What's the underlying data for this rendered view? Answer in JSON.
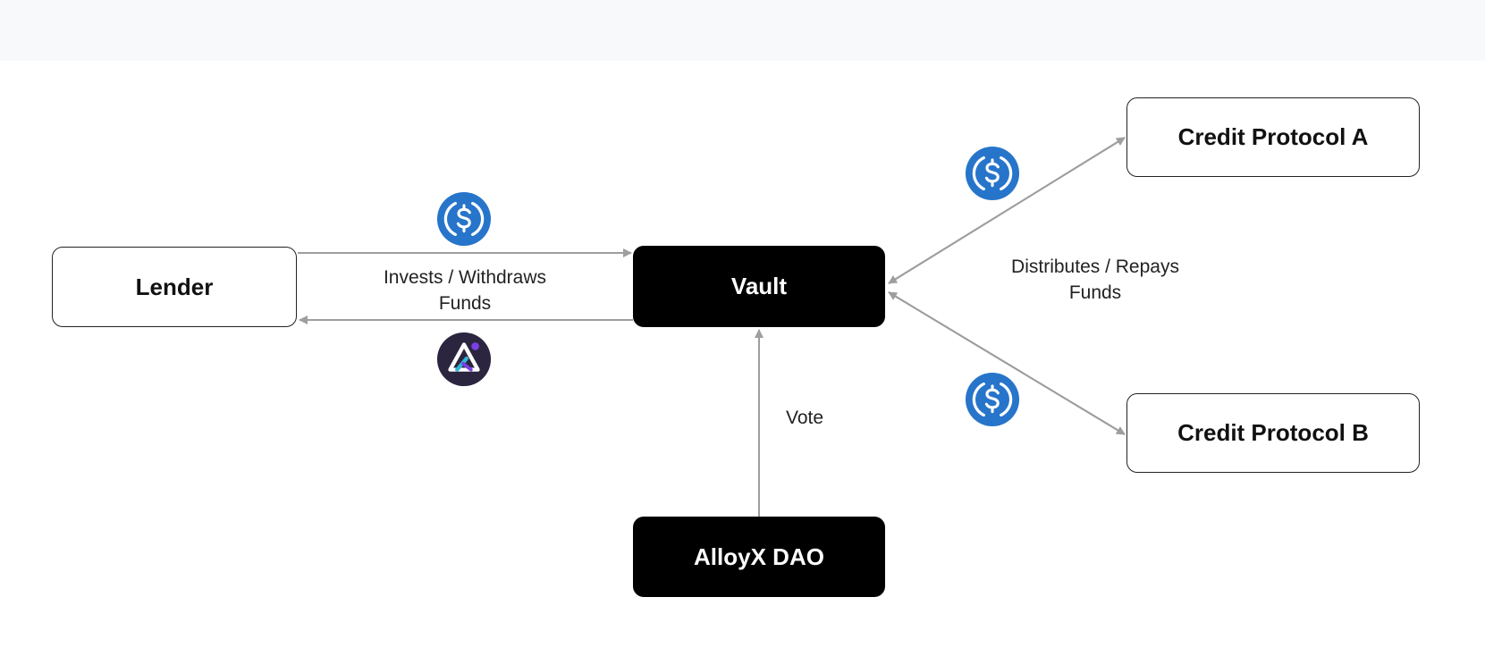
{
  "diagram": {
    "nodes": {
      "lender": "Lender",
      "vault": "Vault",
      "credit_protocol_a": "Credit Protocol A",
      "credit_protocol_b": "Credit Protocol B",
      "alloyx_dao": "AlloyX DAO"
    },
    "edge_labels": {
      "invest": [
        "Invests / Withdraws",
        "Funds"
      ],
      "distribute": [
        "Distributes / Repays",
        "Funds"
      ],
      "vote": "Vote"
    },
    "icons": {
      "usdc": "usdc-coin-icon",
      "alloyx": "alloyx-logo-icon"
    }
  },
  "colors": {
    "usdc_blue": "#2775ca",
    "arrow_gray": "#9e9e9e",
    "dark_node": "#000000",
    "alloyx_dark": "#2b2540",
    "alloyx_purple": "#7b3fe4",
    "alloyx_teal": "#2fb6d6"
  }
}
